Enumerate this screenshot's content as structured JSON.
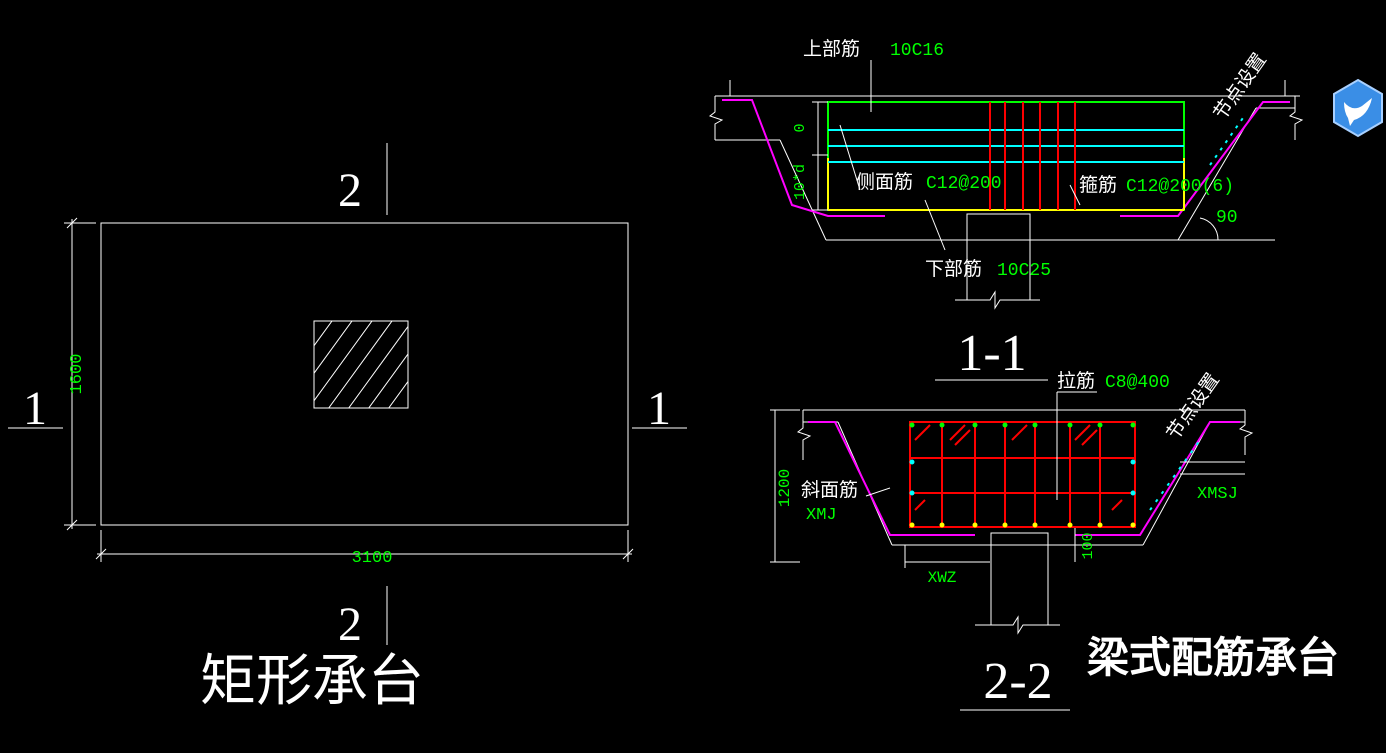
{
  "left_view": {
    "title": "矩形承台",
    "dim_width": "3100",
    "dim_height": "1600",
    "section_left": "1",
    "section_right": "1",
    "section_top": "2",
    "section_bottom": "2"
  },
  "section_1": {
    "title": "1-1",
    "top_bar_label": "上部筋",
    "top_bar_value": "10C16",
    "side_bar_label": "侧面筋",
    "side_bar_value": "C12@200",
    "stirrup_label": "箍筋",
    "stirrup_value": "C12@200(6)",
    "bottom_bar_label": "下部筋",
    "bottom_bar_value": "10C25",
    "node_label": "节点设置",
    "angle": "90",
    "dim_zero": "0",
    "dim_10d": "10*d"
  },
  "section_2": {
    "title": "2-2",
    "tie_label": "拉筋",
    "tie_value": "C8@400",
    "slope_label": "斜面筋",
    "slope_code": "XMJ",
    "node_label": "节点设置",
    "xmsj": "XMSJ",
    "xwz": "XWZ",
    "dim_height": "1200",
    "dim_100": "100"
  },
  "caption": "梁式配筋承台",
  "badge": {
    "color": "#3a8ee6",
    "icon": "bird-icon"
  }
}
